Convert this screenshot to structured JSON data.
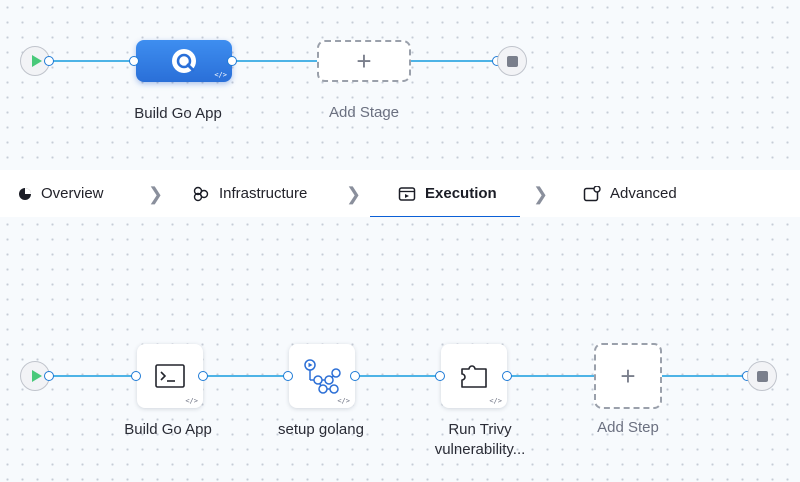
{
  "pipeline": {
    "stages": [
      {
        "label": "Build Go App",
        "icon": "ci-stage-icon"
      }
    ],
    "add_stage_label": "Add Stage"
  },
  "tabs": [
    {
      "label": "Overview",
      "icon": "overview-icon"
    },
    {
      "label": "Infrastructure",
      "icon": "infrastructure-icon"
    },
    {
      "label": "Execution",
      "icon": "execution-icon",
      "active": true
    },
    {
      "label": "Advanced",
      "icon": "advanced-icon"
    }
  ],
  "execution": {
    "steps": [
      {
        "label": "Build Go App",
        "icon": "terminal-icon"
      },
      {
        "label": "setup golang",
        "icon": "github-actions-icon"
      },
      {
        "label_line1": "Run Trivy",
        "label_line2": "vulnerability...",
        "icon": "plugin-icon"
      }
    ],
    "add_step_label": "Add Step"
  },
  "colors": {
    "accent": "#0b5fd6",
    "connector": "#4db3e6",
    "stage_fill": "#2a6fd8",
    "start": "#49c97a"
  }
}
